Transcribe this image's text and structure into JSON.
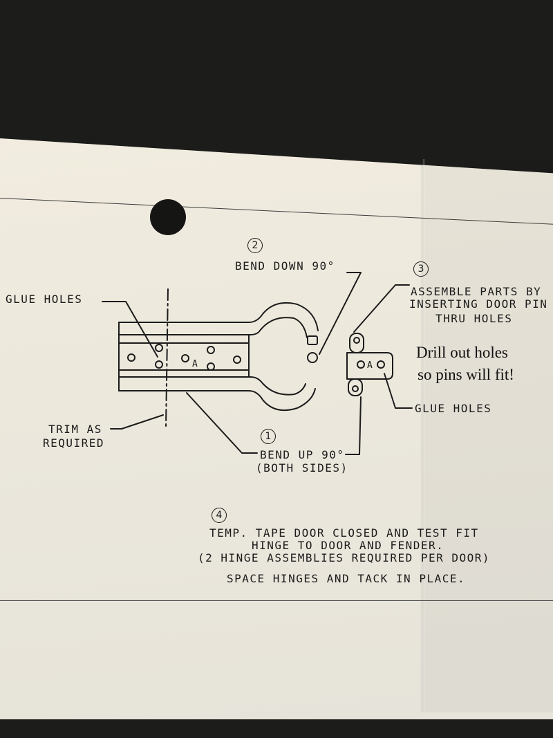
{
  "steps": {
    "step2": {
      "number": "2",
      "text": "BEND DOWN 90°"
    },
    "step3": {
      "number": "3",
      "line1": "ASSEMBLE PARTS BY",
      "line2": "INSERTING DOOR PIN",
      "line3": "THRU HOLES"
    },
    "step1": {
      "number": "1",
      "line1": "BEND UP 90°",
      "line2": "(BOTH SIDES)"
    },
    "step4": {
      "number": "4",
      "line1": "TEMP. TAPE DOOR CLOSED AND TEST FIT",
      "line2": "HINGE TO DOOR AND FENDER.",
      "line3": "(2 HINGE ASSEMBLIES REQUIRED PER DOOR)",
      "line4": "SPACE HINGES AND TACK IN PLACE."
    }
  },
  "callouts": {
    "glue_holes_left": "GLUE HOLES",
    "glue_holes_right": "GLUE HOLES",
    "trim_line1": "TRIM AS",
    "trim_line2": "REQUIRED",
    "part_letter_main": "A",
    "part_letter_small": "A"
  },
  "handwritten_note": {
    "line1": "Drill out holes",
    "line2": "so pins will fit!"
  }
}
